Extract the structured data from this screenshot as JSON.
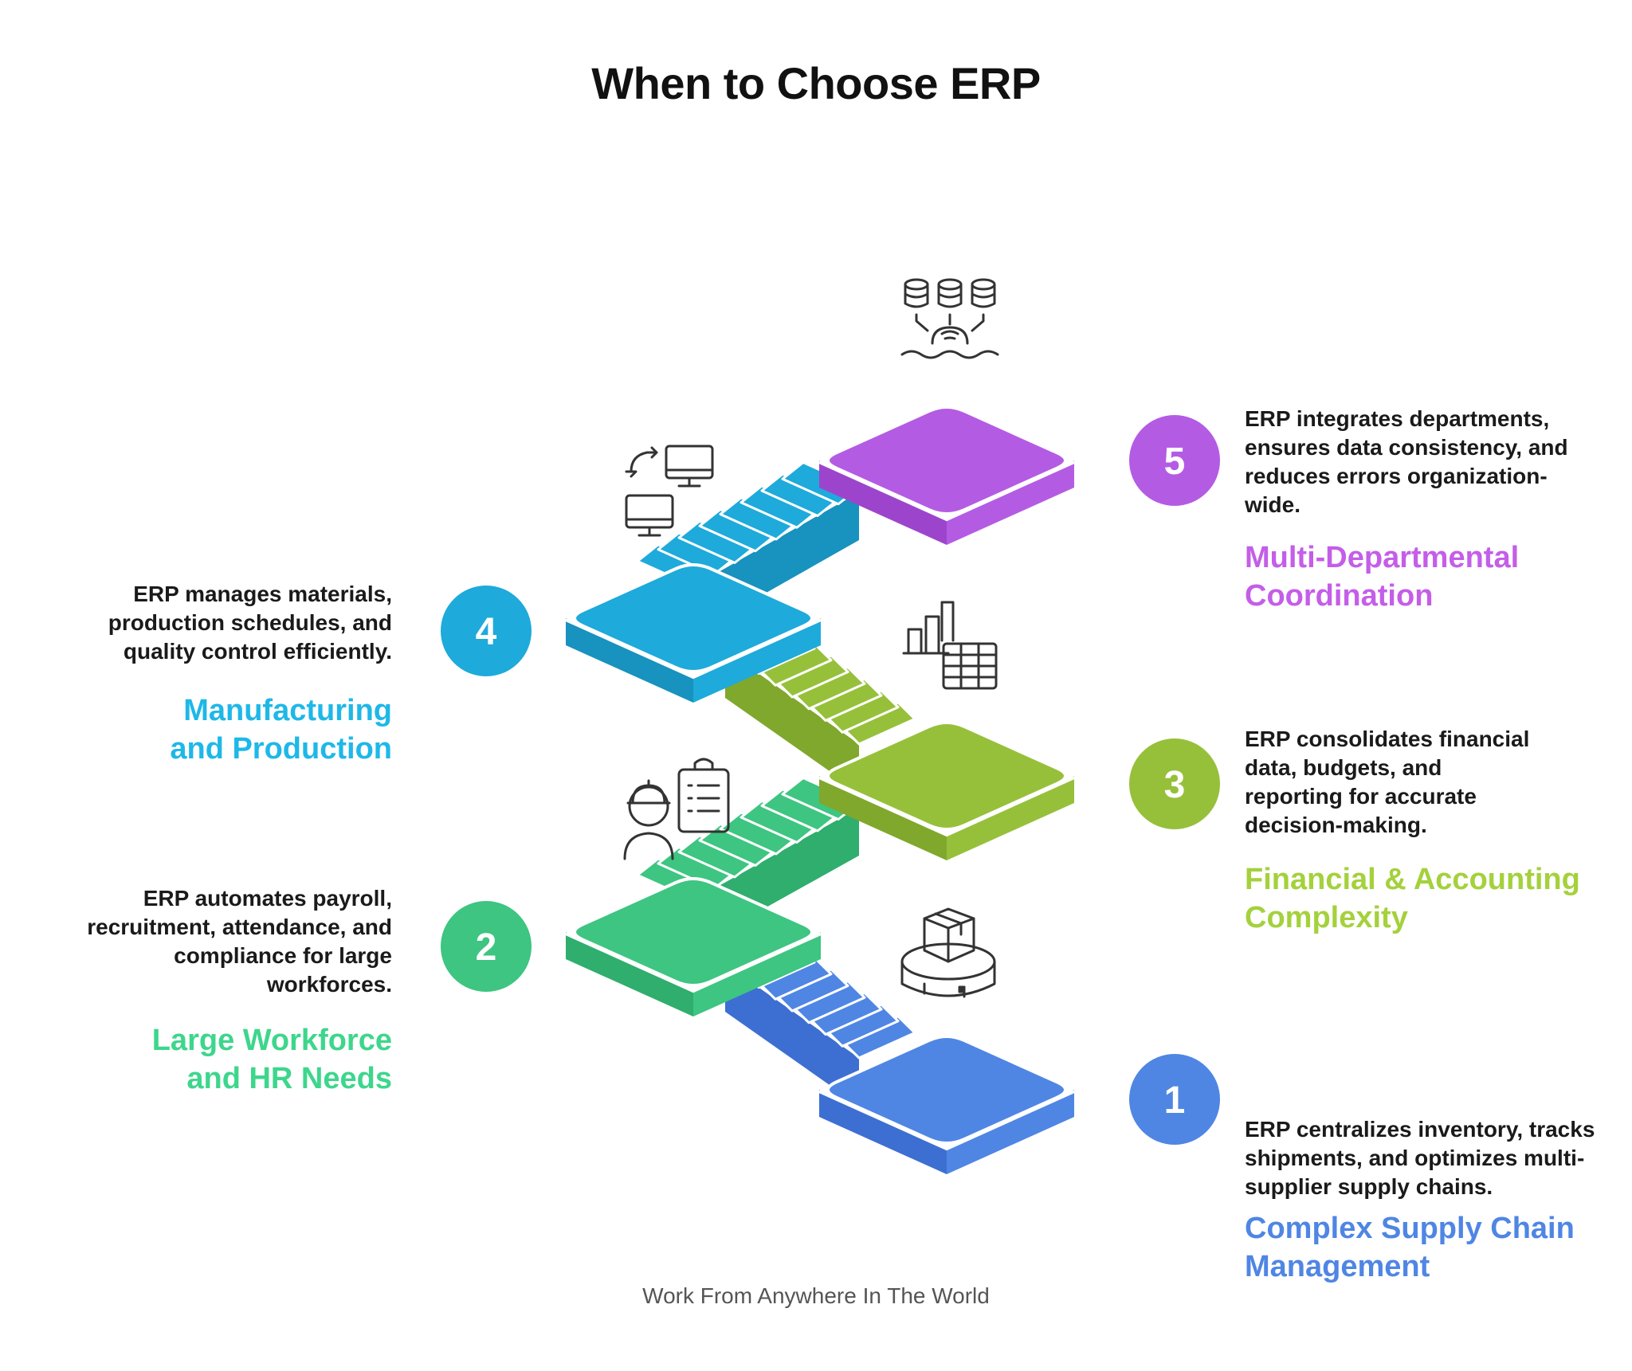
{
  "title": "When to Choose ERP",
  "footer": "Work From Anywhere In The World",
  "steps": [
    {
      "number": "1",
      "color": "#4F86E4",
      "color_dark": "#3D6FD2",
      "title": "Complex Supply Chain\nManagement",
      "description": "ERP centralizes inventory, tracks\nshipments, and optimizes multi-\nsupplier supply chains.",
      "icon": "package-on-scale-icon"
    },
    {
      "number": "2",
      "color": "#3DC581",
      "color_dark": "#2FAE6D",
      "title": "Large Workforce\nand HR Needs",
      "description": "ERP automates payroll,\nrecruitment, attendance, and\ncompliance for large\nworkforces.",
      "icon": "worker-checklist-icon"
    },
    {
      "number": "3",
      "color": "#96C03A",
      "color_dark": "#80A82C",
      "title": "Financial & Accounting\nComplexity",
      "description": "ERP consolidates financial\ndata, budgets, and\nreporting for accurate\ndecision-making.",
      "icon": "bar-chart-table-icon"
    },
    {
      "number": "4",
      "color": "#1EAADB",
      "color_dark": "#1892BE",
      "title": "Manufacturing\nand Production",
      "description": "ERP manages materials,\nproduction schedules, and\nquality control efficiently.",
      "icon": "computer-sync-icon"
    },
    {
      "number": "5",
      "color": "#B45BE4",
      "color_dark": "#9C45CC",
      "title": "Multi-Departmental\nCoordination",
      "description": "ERP integrates departments,\nensures data consistency, and\nreduces errors organization-\nwide.",
      "icon": "databases-gear-icon"
    }
  ],
  "title_colors": [
    "#4F86E4",
    "#3DD68C",
    "#A4D13C",
    "#1EB8E8",
    "#C45EE8"
  ]
}
